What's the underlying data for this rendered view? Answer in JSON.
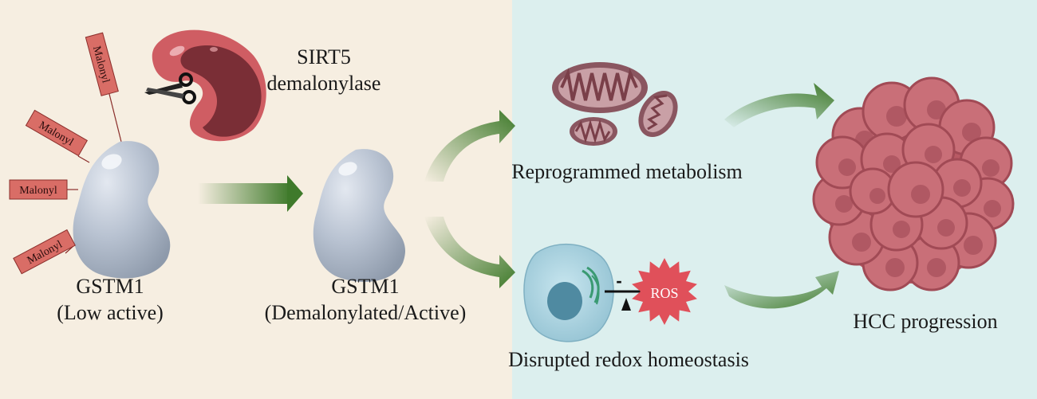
{
  "diagram": {
    "colors": {
      "left_panel": "#f6eee1",
      "right_panel": "#dcefee",
      "protein": "#b2bccb",
      "malonyl_tag": "#d96d66",
      "arrow_green": "#3f7a2b",
      "sirt5_light": "#cf5d63",
      "sirt5_dark": "#7a2e36",
      "mito": "#8a5660",
      "cell": "#a9d3e0",
      "ros": "#e0505a",
      "tumor": "#c0606a"
    },
    "sirt5": {
      "line1": "SIRT5",
      "line2": "demalonylase",
      "icon": "scissors-icon"
    },
    "malonyl_tags": [
      "Malonyl",
      "Malonyl",
      "Malonyl",
      "Malonyl"
    ],
    "gstm1_low": {
      "line1": "GSTM1",
      "line2": "(Low active)"
    },
    "gstm1_active": {
      "line1": "GSTM1",
      "line2": "(Demalonylated/Active)"
    },
    "outcome_metabolism": "Reprogrammed metabolism",
    "outcome_redox": "Disrupted redox homeostasis",
    "ros_label": "ROS",
    "balance_minus": "-",
    "final_outcome": "HCC progression"
  }
}
